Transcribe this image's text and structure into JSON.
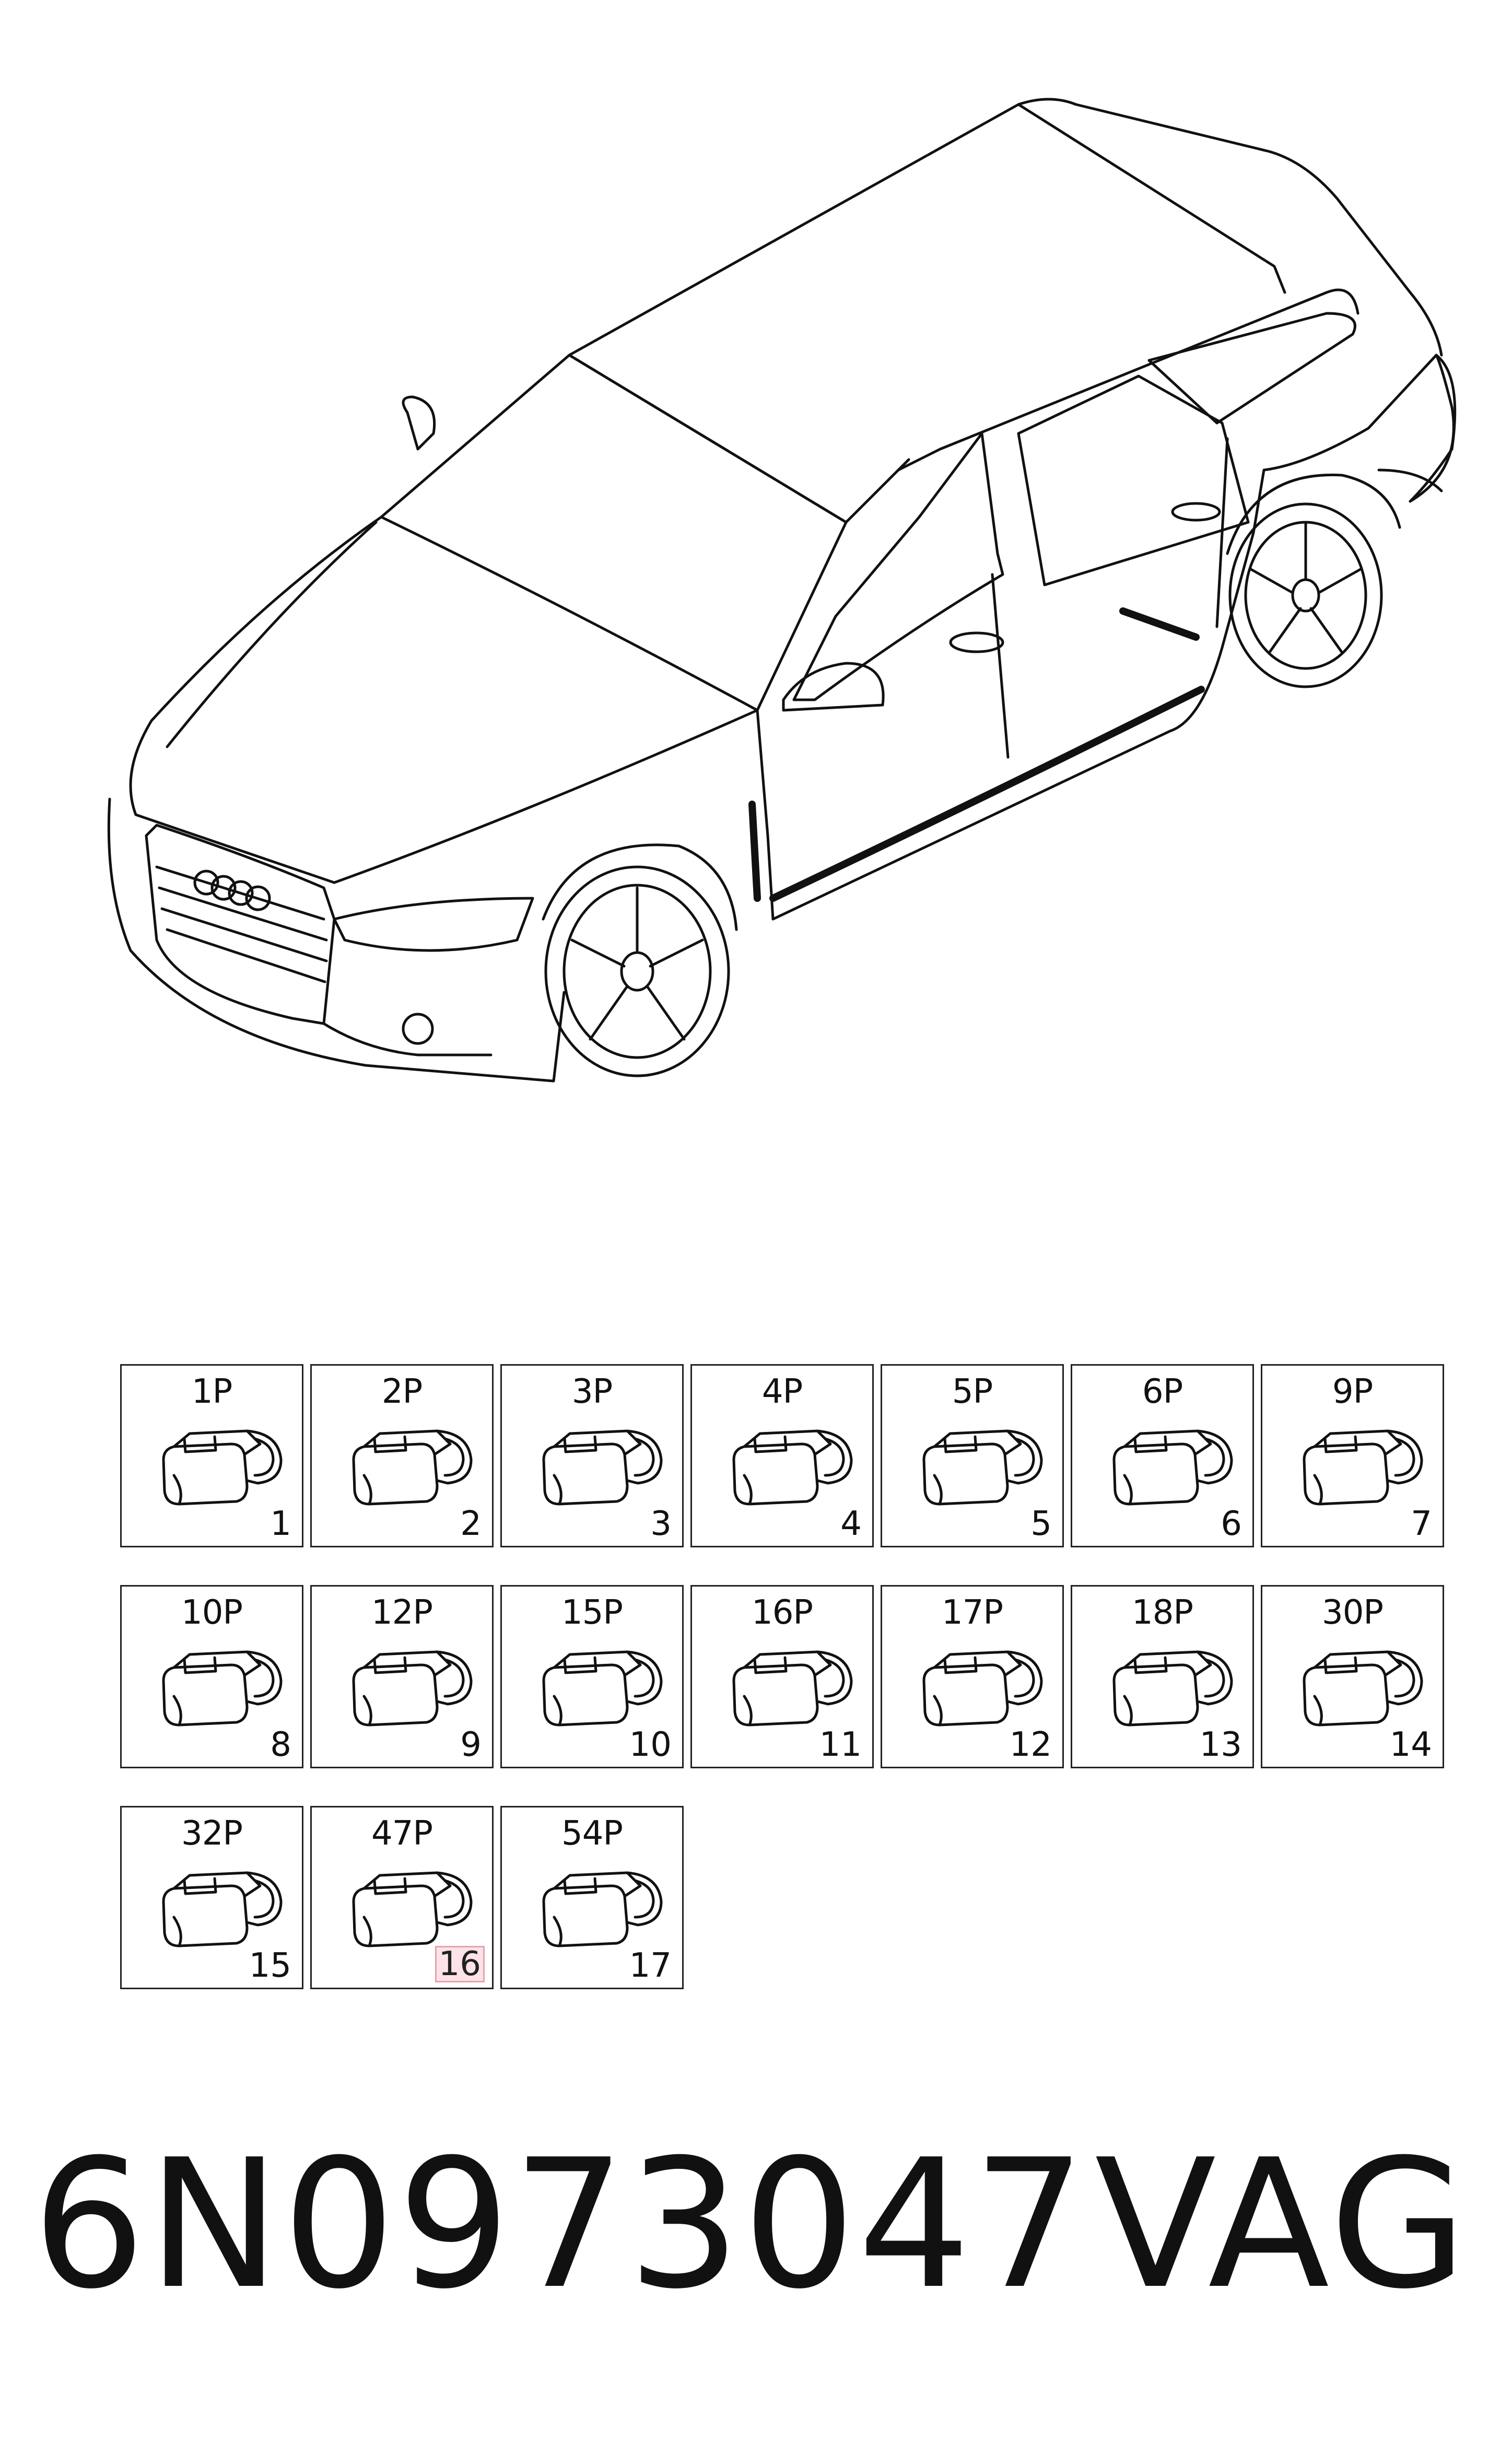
{
  "illustration": {
    "subject": "car-icon"
  },
  "connectors": [
    {
      "pins": "1P",
      "item": "1"
    },
    {
      "pins": "2P",
      "item": "2"
    },
    {
      "pins": "3P",
      "item": "3"
    },
    {
      "pins": "4P",
      "item": "4"
    },
    {
      "pins": "5P",
      "item": "5"
    },
    {
      "pins": "6P",
      "item": "6"
    },
    {
      "pins": "9P",
      "item": "7"
    },
    {
      "pins": "10P",
      "item": "8"
    },
    {
      "pins": "12P",
      "item": "9"
    },
    {
      "pins": "15P",
      "item": "10"
    },
    {
      "pins": "16P",
      "item": "11"
    },
    {
      "pins": "17P",
      "item": "12"
    },
    {
      "pins": "18P",
      "item": "13"
    },
    {
      "pins": "30P",
      "item": "14"
    },
    {
      "pins": "32P",
      "item": "15"
    },
    {
      "pins": "47P",
      "item": "16",
      "highlighted": true
    },
    {
      "pins": "54P",
      "item": "17"
    }
  ],
  "footer": {
    "part_number": "6N0973047",
    "brand": "VAG"
  },
  "colors": {
    "line": "#111111",
    "highlight_fill": "#fde3e7",
    "highlight_border": "#e8a3ad"
  }
}
